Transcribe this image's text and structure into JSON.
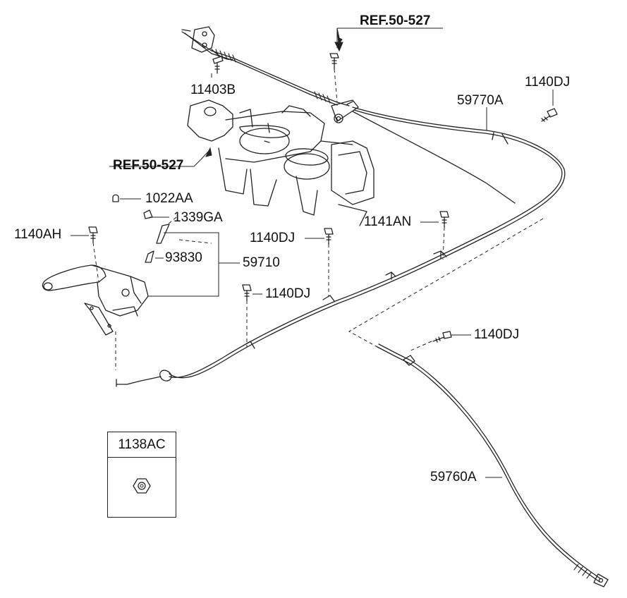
{
  "labels": {
    "ref_top": "REF.50-527",
    "ref_mid": "REF.50-527",
    "p11403B": "11403B",
    "p1140DJ_top": "1140DJ",
    "p59770A": "59770A",
    "p1022AA": "1022AA",
    "p1339GA": "1339GA",
    "p1140AH": "1140AH",
    "p1141AN": "1141AN",
    "p1140DJ_mid": "1140DJ",
    "p93830": "93830",
    "p59710": "59710",
    "p1140DJ_low": "1140DJ",
    "p1140DJ_right": "1140DJ",
    "p59760A": "59760A"
  },
  "legend": {
    "title": "1138AC"
  }
}
